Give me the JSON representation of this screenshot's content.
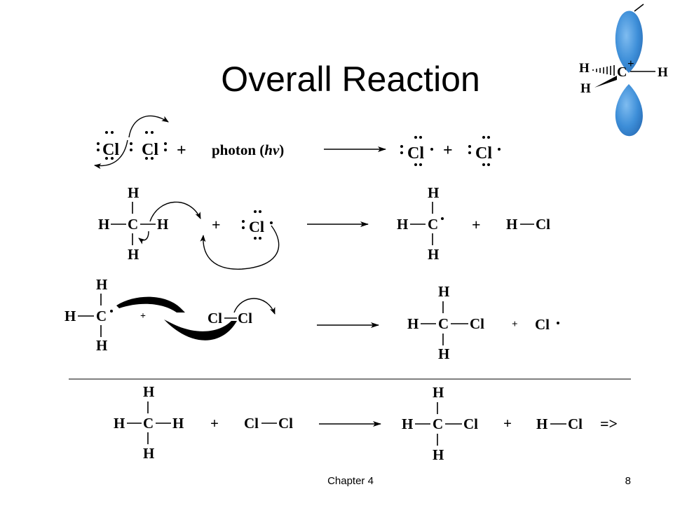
{
  "slide": {
    "title": "Overall Reaction",
    "footer_chapter": "Chapter 4",
    "page_number": "8"
  },
  "orbital": {
    "atom_h_top": "H",
    "atom_h_left": "H",
    "atom_h_right": "H",
    "atom_c": "C",
    "charge": "+",
    "lobe_color": "#3d8ed8"
  },
  "reaction1": {
    "reactant_cl_left": "Cl",
    "reactant_cl_right": "Cl",
    "plus_1": "+",
    "photon_label": "photon (",
    "photon_symbol": "hν",
    "photon_close": ")",
    "product_cl_1": "Cl",
    "plus_2": "+",
    "product_cl_2": "Cl"
  },
  "reaction2": {
    "methane_h_top": "H",
    "methane_h_left": "H",
    "methane_c": "C",
    "methane_h_right": "H",
    "methane_h_bottom": "H",
    "plus_1": "+",
    "cl_radical": "Cl",
    "radical_h_top": "H",
    "radical_h_left": "H",
    "radical_c": "C",
    "radical_h_bottom": "H",
    "plus_2": "+",
    "hcl_h": "H",
    "hcl_cl": "Cl"
  },
  "reaction3": {
    "radical_h_top": "H",
    "radical_h_left": "H",
    "radical_c": "C",
    "radical_h_bottom": "H",
    "plus_1": "+",
    "cl2_left": "Cl",
    "cl2_right": "Cl",
    "product_h_top": "H",
    "product_h_left": "H",
    "product_c": "C",
    "product_cl": "Cl",
    "product_h_bottom": "H",
    "plus_2": "+",
    "cl_radical": "Cl"
  },
  "overall": {
    "methane_h_top": "H",
    "methane_h_left": "H",
    "methane_c": "C",
    "methane_h_right": "H",
    "methane_h_bottom": "H",
    "plus_1": "+",
    "cl2_left": "Cl",
    "cl2_right": "Cl",
    "product_h_top": "H",
    "product_h_left": "H",
    "product_c": "C",
    "product_cl": "Cl",
    "product_h_bottom": "H",
    "plus_2": "+",
    "hcl_h": "H",
    "hcl_cl": "Cl",
    "implies": "=>"
  }
}
